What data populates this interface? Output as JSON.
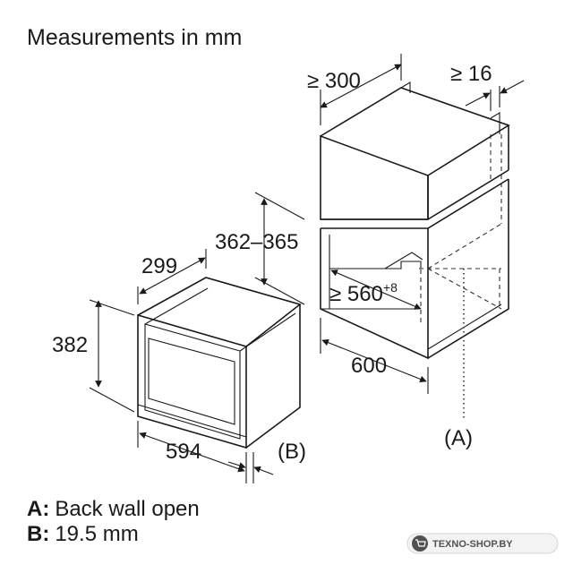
{
  "title": "Measurements in mm",
  "dimensions": {
    "cabinet_depth": "≥ 300",
    "rear_gap": "≥ 16",
    "niche_height": "362–365",
    "appliance_depth": "299",
    "niche_depth_base": "≥ 560",
    "niche_depth_tol": "+8",
    "appliance_height": "382",
    "niche_width": "600",
    "appliance_width": "594"
  },
  "callouts": {
    "a": "(A)",
    "b": "(B)"
  },
  "legend": [
    {
      "key": "A:",
      "text": "Back wall open"
    },
    {
      "key": "B:",
      "text": "19.5 mm"
    }
  ],
  "watermark": {
    "text": "TEXNO-SHOP.BY"
  }
}
